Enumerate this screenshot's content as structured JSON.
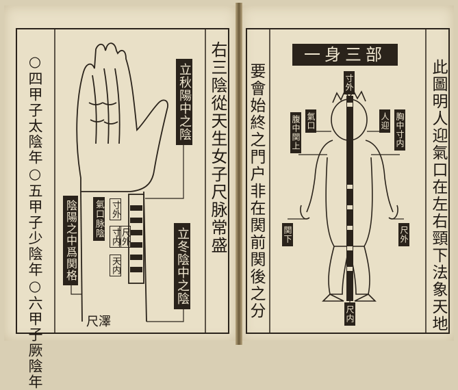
{
  "left_page": {
    "outer_column": "○四甲子太陰年○五甲子少陰年○六甲子厥陰年",
    "right_column": "右三陰從天生女子尺脉常盛",
    "labels": {
      "top": "立秋陽中之陰",
      "bottom": "立冬陰中之陰",
      "left_side": "陰陽之中爲関格",
      "wrist": "氣口脉陰",
      "pulse_1": "寸外",
      "pulse_2": "寸内",
      "pulse_3": "尺外",
      "pulse_4": "天内",
      "bottom_text": "尺澤"
    }
  },
  "right_page": {
    "title": "一身三部",
    "left_column": "要會始終之門户非在関前関後之分",
    "outer_column": "此圖明人迎氣口在左右頸下法象天地",
    "labels": {
      "head_top": "寸外",
      "left_neck": "氣口",
      "right_neck": "人迎",
      "left_chest": "腹中関上",
      "right_chest": "胸中寸内",
      "left_hand": "関下",
      "right_hand": "尺外",
      "feet": "尺内"
    }
  }
}
